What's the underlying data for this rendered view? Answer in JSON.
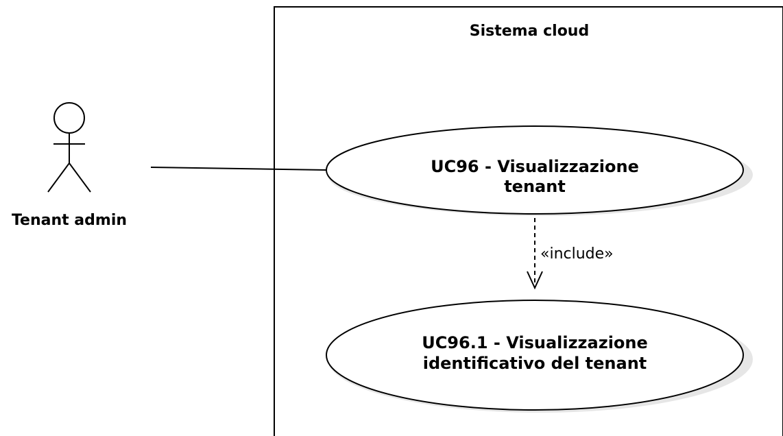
{
  "system": {
    "title": "Sistema cloud"
  },
  "actor": {
    "name": "Tenant admin"
  },
  "use_cases": [
    {
      "id": "uc96",
      "lines": [
        "UC96 - Visualizzazione",
        "tenant"
      ]
    },
    {
      "id": "uc96-1",
      "lines": [
        "UC96.1 - Visualizzazione",
        "identificativo del tenant"
      ]
    }
  ],
  "relationships": [
    {
      "from": "actor",
      "to": "uc96",
      "type": "association",
      "label": ""
    },
    {
      "from": "uc96",
      "to": "uc96-1",
      "type": "include",
      "label": "«include»"
    }
  ],
  "colors": {
    "stroke": "#000000",
    "fill": "#ffffff",
    "shadow": "#e6e6e6"
  }
}
